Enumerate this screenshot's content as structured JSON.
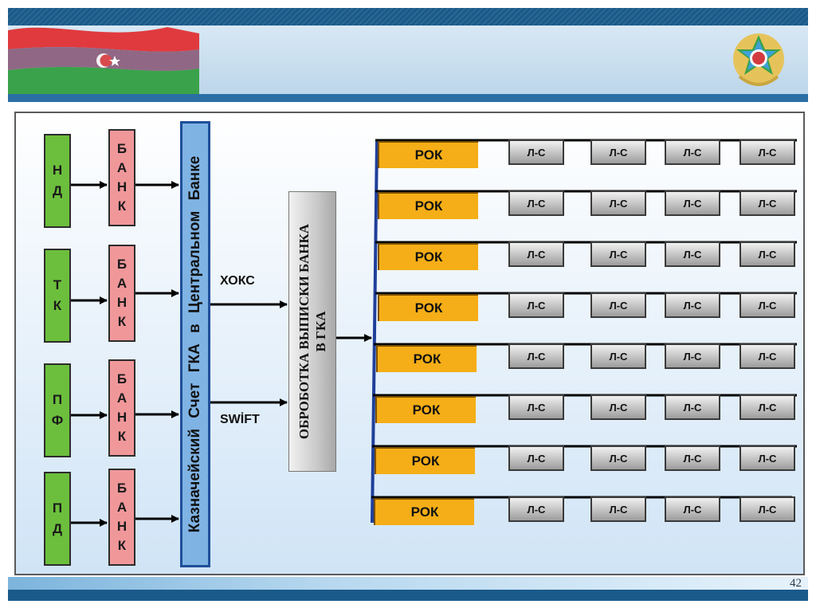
{
  "sources": [
    {
      "letters": [
        "Н",
        "Д"
      ]
    },
    {
      "letters": [
        "Т",
        "К"
      ]
    },
    {
      "letters": [
        "П",
        "Ф"
      ]
    },
    {
      "letters": [
        "П",
        "Д"
      ]
    }
  ],
  "bank_letters": [
    "Б",
    "А",
    "Н",
    "К"
  ],
  "gka_label": "Казначейский Счет ГКА в Центральном Банке",
  "channels": {
    "khoks": "ХОКС",
    "swift": "SWİFT"
  },
  "process_label_line1": "ОБРОБОТКА ВЫПИСКИ БАНКА",
  "process_label_line2": "В ГКА",
  "rok_label": "РОК",
  "ls_label": "Л-С",
  "rok_row_count": 8,
  "ls_per_row": 4,
  "page_number": "42",
  "colors": {
    "source_green": "#6cbf3c",
    "bank_pink": "#f0979a",
    "gka_blue": "#7fb3e4",
    "rok_orange": "#f5ae17",
    "ls_grey": "#b4b4b4",
    "header_dark_blue": "#1a5a8a"
  }
}
